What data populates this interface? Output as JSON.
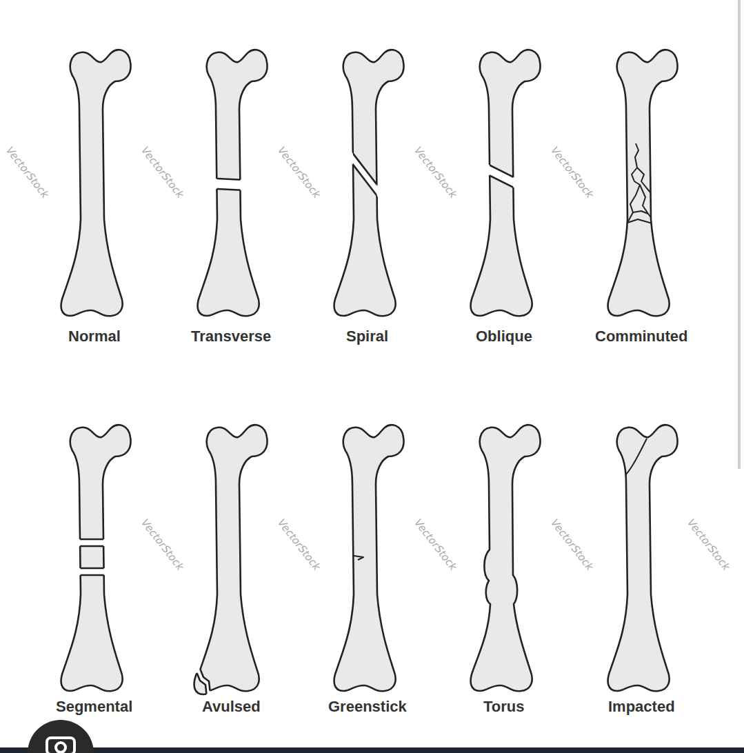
{
  "diagram": {
    "labels": [
      "Normal",
      "Transverse",
      "Spiral",
      "Oblique",
      "Comminuted",
      "Segmental",
      "Avulsed",
      "Greenstick",
      "Torus",
      "Impacted",
      "VectorStock",
      "VectorStock",
      "VectorStock",
      "VectorStock",
      "VectorStock",
      "VectorStock",
      "VectorStock",
      "VectorStock",
      "VectorStock",
      "VectorStock"
    ]
  }
}
